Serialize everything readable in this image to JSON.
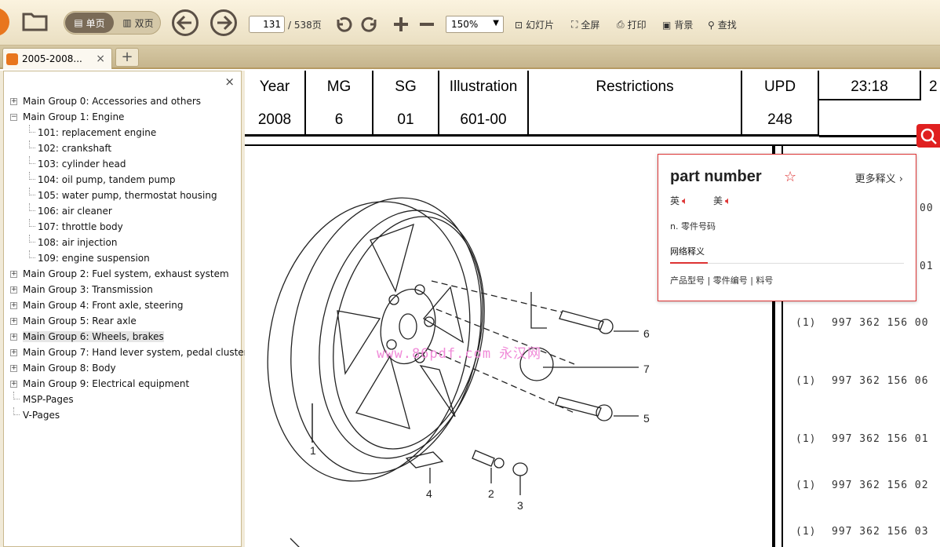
{
  "toolbar": {
    "single_page": "单页",
    "double_page": "双页",
    "current_page": "131",
    "total_pages": "/ 538页",
    "zoom": "150%",
    "slideshow": "幻灯片",
    "fullscreen": "全屏",
    "print": "打印",
    "background": "背景",
    "find": "查找"
  },
  "tabs": [
    {
      "label": "2005-2008..."
    }
  ],
  "sidebar": {
    "close": "×",
    "tree": [
      {
        "label": "Main Group 0: Accessories and others",
        "level": 0,
        "expander": "+"
      },
      {
        "label": "Main Group 1: Engine",
        "level": 0,
        "expander": "−"
      },
      {
        "label": "101: replacement engine",
        "level": 1
      },
      {
        "label": "102: crankshaft",
        "level": 1
      },
      {
        "label": "103: cylinder head",
        "level": 1
      },
      {
        "label": "104: oil pump, tandem pump",
        "level": 1
      },
      {
        "label": "105: water pump, thermostat housing",
        "level": 1
      },
      {
        "label": "106: air cleaner",
        "level": 1
      },
      {
        "label": "107: throttle body",
        "level": 1
      },
      {
        "label": "108: air injection",
        "level": 1
      },
      {
        "label": "109: engine suspension",
        "level": 1
      },
      {
        "label": "Main Group 2: Fuel system, exhaust system",
        "level": 0,
        "expander": "+"
      },
      {
        "label": "Main Group 3: Transmission",
        "level": 0,
        "expander": "+"
      },
      {
        "label": "Main Group 4: Front axle, steering",
        "level": 0,
        "expander": "+"
      },
      {
        "label": "Main Group 5: Rear axle",
        "level": 0,
        "expander": "+"
      },
      {
        "label": "Main Group 6: Wheels, brakes",
        "level": 0,
        "expander": "+",
        "selected": true
      },
      {
        "label": "Main Group 7: Hand lever system, pedal cluster",
        "level": 0,
        "expander": "+"
      },
      {
        "label": "Main Group 8: Body",
        "level": 0,
        "expander": "+"
      },
      {
        "label": "Main Group 9: Electrical equipment",
        "level": 0,
        "expander": "+"
      },
      {
        "label": "MSP-Pages",
        "level": 0
      },
      {
        "label": "V-Pages",
        "level": 0
      }
    ]
  },
  "document": {
    "header": {
      "year_label": "Year",
      "year": "2008",
      "mg_label": "MG",
      "mg": "6",
      "sg_label": "SG",
      "sg": "01",
      "illustration_label": "Illustration",
      "illustration": "601-00",
      "restrictions_label": "Restrictions",
      "upd_label": "UPD",
      "upd": "248",
      "time": "23:18",
      "time_next": "2"
    },
    "callouts": [
      "1",
      "2",
      "3",
      "4",
      "5",
      "6",
      "7"
    ],
    "watermark": "www.86pdf.com",
    "watermark_cn": "永汉网",
    "parts": [
      {
        "qty": "",
        "number": "00"
      },
      {
        "qty": "",
        "number": "01"
      },
      {
        "qty": "(1)",
        "number": "997 362 156 00"
      },
      {
        "qty": "(1)",
        "number": "997 362 156 06"
      },
      {
        "qty": "(1)",
        "number": "997 362 156 01"
      },
      {
        "qty": "(1)",
        "number": "997 362 156 02"
      },
      {
        "qty": "(1)",
        "number": "997 362 156 03"
      }
    ]
  },
  "dictionary_popup": {
    "word": "part number",
    "more": "更多释义",
    "uk": "英",
    "us": "美",
    "definition": "n. 零件号码",
    "web_tab": "网络释义",
    "web_definition": "产品型号 | 零件编号 | 料号"
  }
}
